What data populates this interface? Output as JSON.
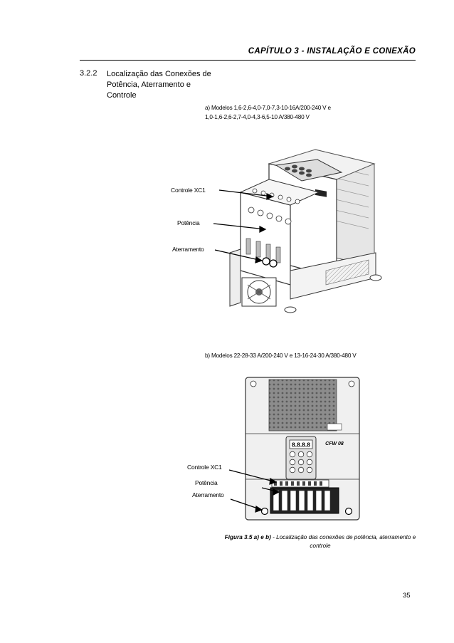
{
  "header": {
    "chapter": "CAPÍTULO 3 - INSTALAÇÃO E CONEXÃO"
  },
  "section": {
    "number": "3.2.2",
    "title": "Localização das Conexões de Potência, Aterramento e Controle"
  },
  "figure_a": {
    "caption_line1": "a) Modelos 1,6-2,6-4,0-7,0-7,3-10-16A/200-240 V e",
    "caption_line2": "1,0-1,6-2,6-2,7-4,0-4,3-6,5-10 A/380-480 V",
    "labels": {
      "control": "Controle XC1",
      "power": "Potência",
      "ground": "Aterramento"
    }
  },
  "figure_b": {
    "caption": "b) Modelos 22-28-33 A/200-240 V e 13-16-24-30 A/380-480 V",
    "labels": {
      "control": "Controle XC1",
      "power": "Potência",
      "ground": "Aterramento"
    },
    "display": "8.8.8.8",
    "logo": "CFW 08"
  },
  "figure_caption": {
    "bold": "Figura 3.5 a) e b)",
    "text": " - Localização das conexões de potência, aterramento e controle"
  },
  "page": {
    "number": "35"
  }
}
